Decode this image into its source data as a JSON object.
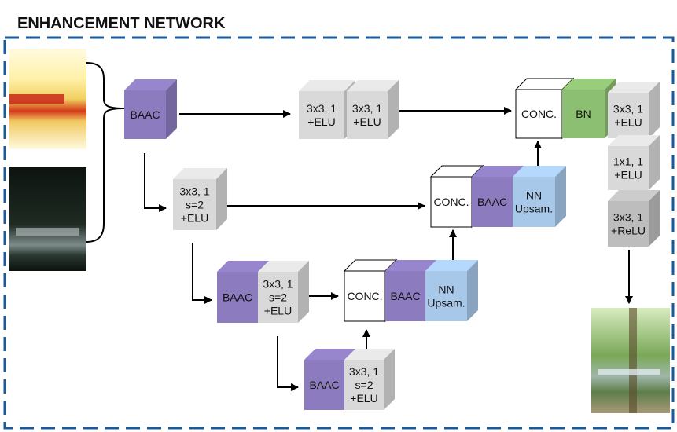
{
  "title": "ENHANCEMENT NETWORK",
  "colors": {
    "frame": "#1a5a99",
    "purple": "#8c7bbf",
    "gray": "#d9d9d9",
    "blue": "#a8c8ea",
    "green": "#8dbf72",
    "dark_gray": "#bdbdbd",
    "white": "#ffffff"
  },
  "blocks": {
    "baac_in": [
      "BAAC"
    ],
    "conv_a1": [
      "3x3, 1",
      "+ELU"
    ],
    "conv_a2": [
      "3x3, 1",
      "+ELU"
    ],
    "conc_top": [
      "CONC."
    ],
    "bn": [
      "BN"
    ],
    "out_conv1": [
      "3x3, 1",
      "+ELU"
    ],
    "out_conv2": [
      "1x1, 1",
      "+ELU"
    ],
    "out_conv3": [
      "3x3, 1",
      "+ReLU"
    ],
    "down1": [
      "3x3, 1",
      "s=2",
      "+ELU"
    ],
    "conc_mid": [
      "CONC."
    ],
    "baac_mid": [
      "BAAC"
    ],
    "up_mid": [
      "NN",
      "Upsam."
    ],
    "baac_l2": [
      "BAAC"
    ],
    "down2": [
      "3x3, 1",
      "s=2",
      "+ELU"
    ],
    "conc_low": [
      "CONC."
    ],
    "baac_low": [
      "BAAC"
    ],
    "up_low": [
      "NN",
      "Upsam."
    ],
    "baac_l3": [
      "BAAC"
    ],
    "down3": [
      "3x3, 1",
      "s=2",
      "+ELU"
    ]
  },
  "images": {
    "input_top": "infrared-like heatmap input",
    "input_bottom": "dark low-light input",
    "output": "enhanced output photo"
  }
}
